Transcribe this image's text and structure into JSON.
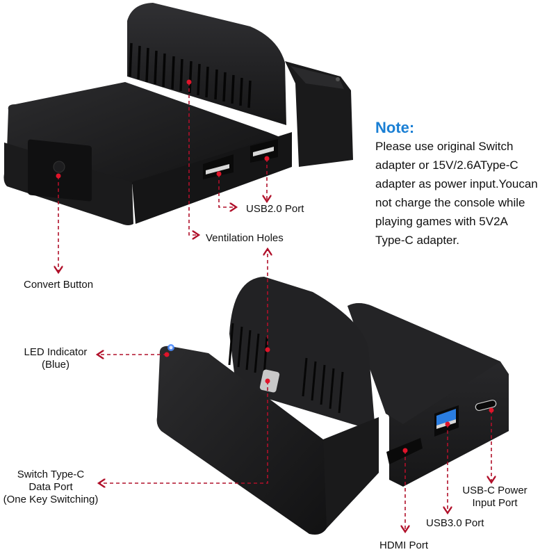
{
  "note": {
    "title": "Note:",
    "lines": [
      "Please use original Switch",
      "adapter or 15V/2.6AType-C",
      "adapter as power input.Youcan",
      "not charge the console while",
      "playing games with 5V2A",
      "Type-C adapter."
    ]
  },
  "colors": {
    "note_title": "#1a7fd4",
    "callout_line": "#b0102a",
    "dock_body": "#1c1c1e",
    "led": "#4a8cff",
    "usb3_blue": "#2a7de1"
  },
  "labels": {
    "usb2": "USB2.0 Port",
    "ventilation": "Ventilation Holes",
    "convert_button": "Convert Button",
    "led_line1": "LED Indicator",
    "led_line2": "(Blue)",
    "typec_line1": "Switch Type-C",
    "typec_line2": "Data Port",
    "typec_line3": "(One Key Switching)",
    "usbc_power_line1": "USB-C Power",
    "usbc_power_line2": "Input Port",
    "usb3": "USB3.0 Port",
    "hdmi": "HDMI Port"
  }
}
